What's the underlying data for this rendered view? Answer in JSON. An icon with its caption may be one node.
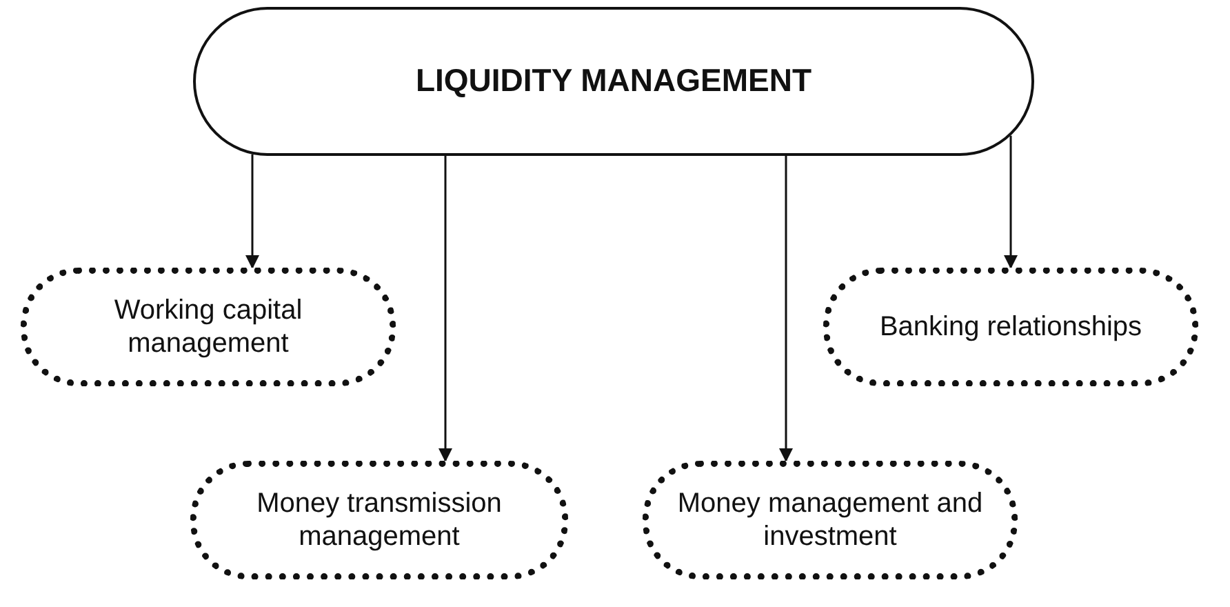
{
  "diagram": {
    "nodes": [
      {
        "text": [
          "LIQUIDITY MANAGEMENT"
        ]
      },
      {
        "text": [
          "Working capital management"
        ]
      },
      {
        "text": [
          "Money transmission management"
        ]
      },
      {
        "text": [
          "Money management and investment"
        ]
      },
      {
        "text": [
          "Banking relationships"
        ]
      }
    ],
    "edges": [
      {
        "from": 0,
        "to": 1,
        "arrow": "to"
      },
      {
        "from": 0,
        "to": 2,
        "arrow": "to"
      },
      {
        "from": 0,
        "to": 3,
        "arrow": "to"
      },
      {
        "from": 0,
        "to": 4,
        "arrow": "to"
      }
    ]
  }
}
